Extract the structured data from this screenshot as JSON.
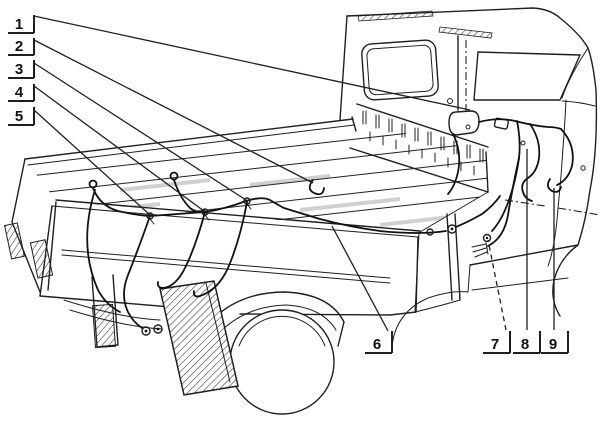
{
  "figure": {
    "type": "technical-line-illustration",
    "background": "#ffffff",
    "line_color": "#1f1f1f"
  },
  "callouts": [
    {
      "label": "1"
    },
    {
      "label": "2"
    },
    {
      "label": "3"
    },
    {
      "label": "4"
    },
    {
      "label": "5"
    },
    {
      "label": "6"
    },
    {
      "label": "7"
    },
    {
      "label": "8"
    },
    {
      "label": "9"
    }
  ]
}
